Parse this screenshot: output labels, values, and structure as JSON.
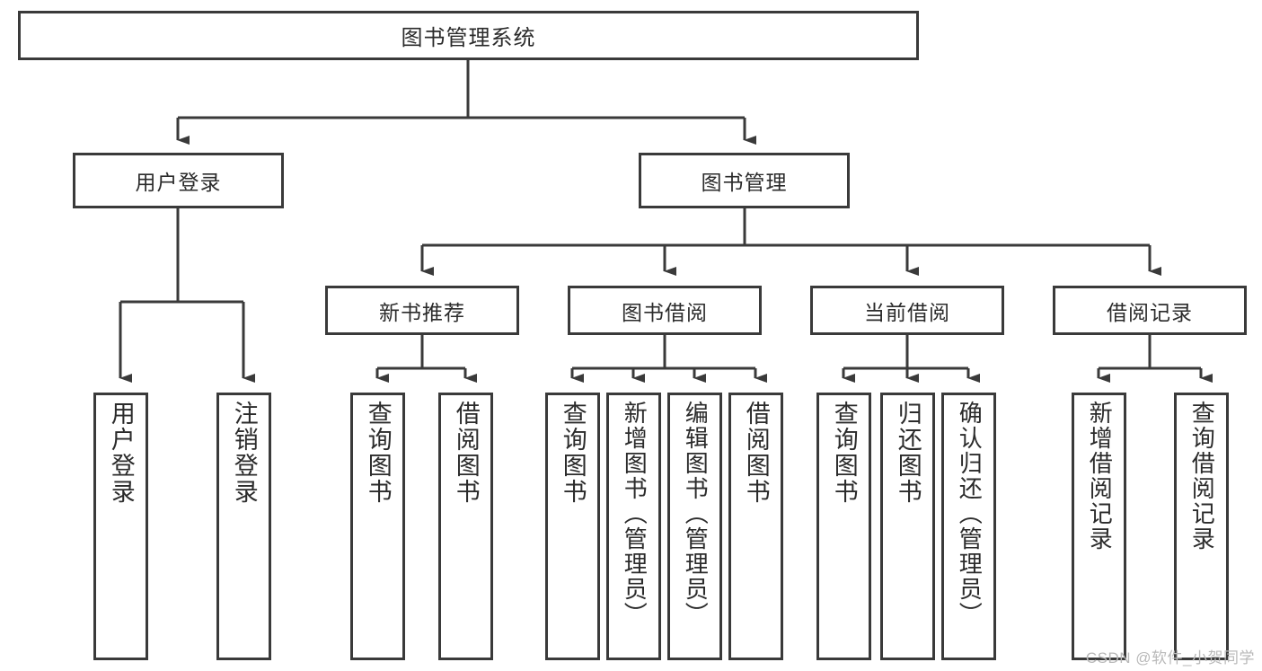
{
  "diagram": {
    "type": "hierarchy-tree",
    "title": "图书管理系统",
    "colors": {
      "box_border": "#3a3a3a",
      "box_fill": "#ffffff",
      "connector": "#3a3a3a",
      "text": "#2b2b2b",
      "watermark": "#b9b9b9",
      "background": "#ffffff"
    }
  },
  "root": {
    "label": "图书管理系统"
  },
  "level1": [
    {
      "label": "用户登录"
    },
    {
      "label": "图书管理"
    }
  ],
  "level2": [
    {
      "label": "新书推荐"
    },
    {
      "label": "图书借阅"
    },
    {
      "label": "当前借阅"
    },
    {
      "label": "借阅记录"
    }
  ],
  "leaves": {
    "user_login": [
      {
        "label": "用户登录"
      },
      {
        "label": "注销登录"
      }
    ],
    "new_book_recommend": [
      {
        "label": "查询图书"
      },
      {
        "label": "借阅图书"
      }
    ],
    "book_borrow": [
      {
        "label": "查询图书"
      },
      {
        "label": "新增图书（管理员）"
      },
      {
        "label": "编辑图书（管理员）"
      },
      {
        "label": "借阅图书"
      }
    ],
    "current_borrow": [
      {
        "label": "查询图书"
      },
      {
        "label": "归还图书"
      },
      {
        "label": "确认归还（管理员）"
      }
    ],
    "borrow_record": [
      {
        "label": "新增借阅记录"
      },
      {
        "label": "查询借阅记录"
      }
    ]
  },
  "watermark": {
    "text": "CSDN @软件_小贺同学"
  }
}
